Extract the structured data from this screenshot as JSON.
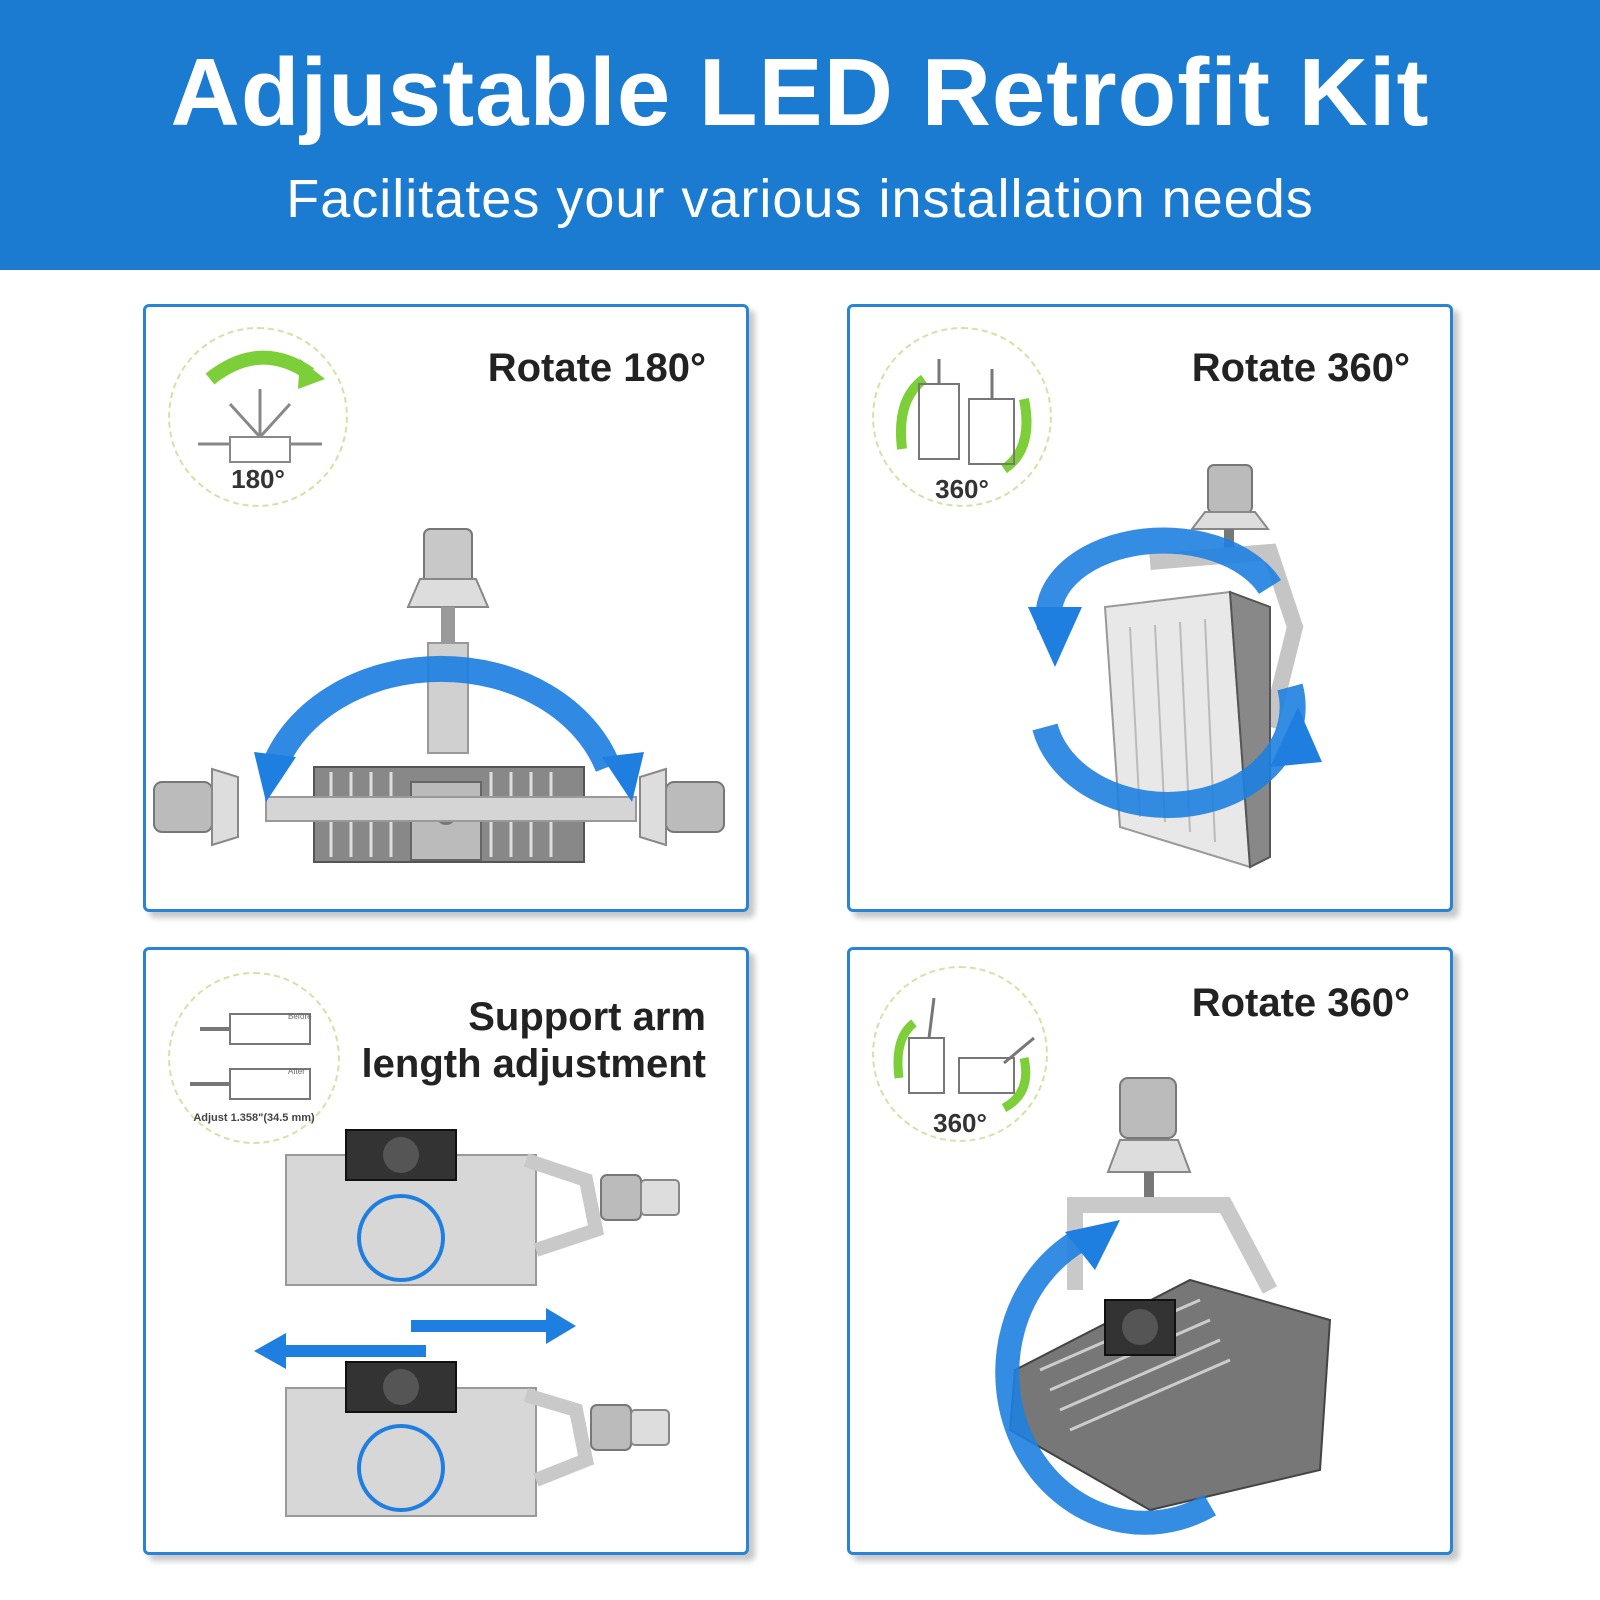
{
  "header": {
    "title": "Adjustable LED Retrofit Kit",
    "subtitle": "Facilitates your various installation needs"
  },
  "panels": [
    {
      "title": "Rotate 180°",
      "inset_label": "180°"
    },
    {
      "title": "Rotate 360°",
      "inset_label": "360°"
    },
    {
      "title_line1": "Support arm",
      "title_line2": "length adjustment",
      "inset_before": "Before",
      "inset_after": "After",
      "inset_label": "Adjust 1.358\"(34.5 mm)"
    },
    {
      "title": "Rotate 360°",
      "inset_label": "360°"
    }
  ],
  "colors": {
    "banner": "#1a7bd0",
    "panel_border": "#2a84d6",
    "arrow_blue": "#1e7fe0",
    "inset_green": "#7dcf3a"
  }
}
